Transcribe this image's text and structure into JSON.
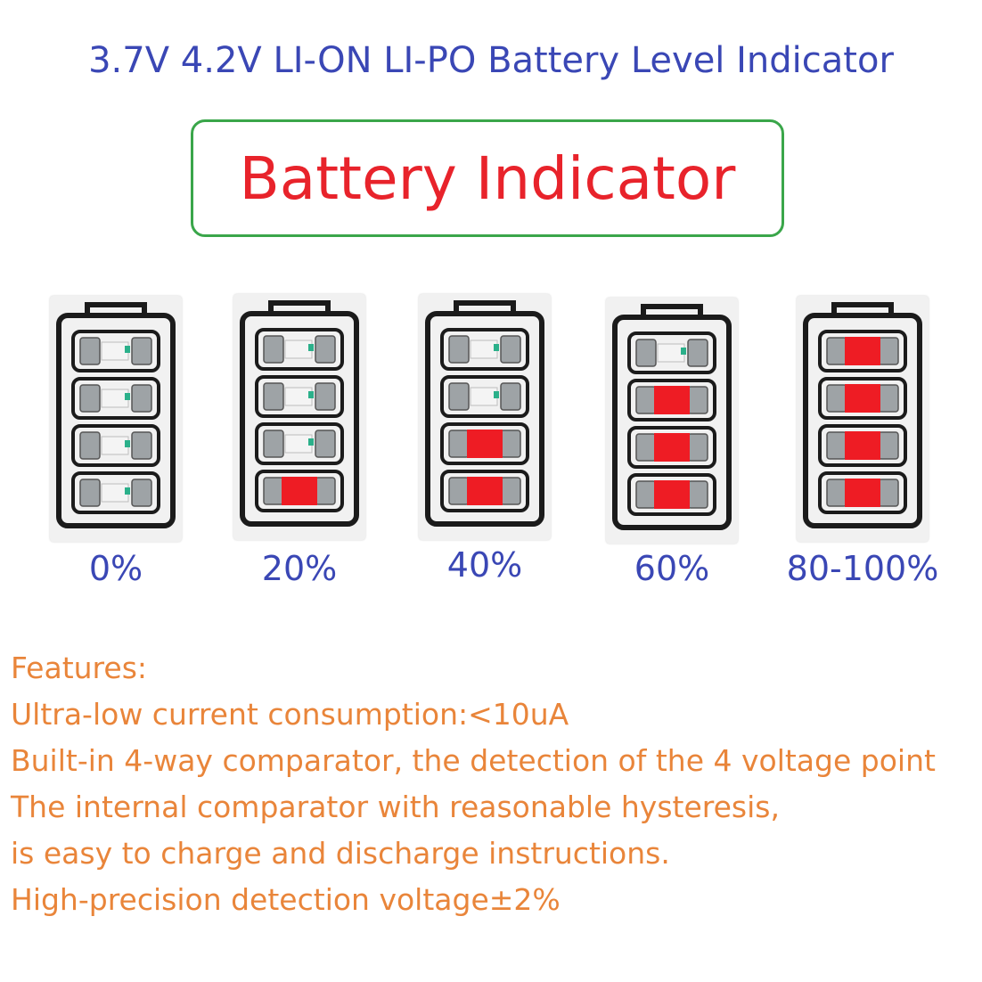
{
  "header": {
    "title": "3.7V 4.2V LI-ON LI-PO Battery Level Indicator",
    "boxed_title": "Battery Indicator"
  },
  "batteries": [
    {
      "label": "0%",
      "lit_leds": 0
    },
    {
      "label": "20%",
      "lit_leds": 1
    },
    {
      "label": "40%",
      "lit_leds": 2
    },
    {
      "label": "60%",
      "lit_leds": 3
    },
    {
      "label": "80-100%",
      "lit_leds": 4
    }
  ],
  "features": {
    "heading": "Features:",
    "lines": [
      "Ultra-low current consumption:<10uA",
      "Built-in 4-way comparator, the detection of the 4 voltage point",
      "The internal comparator with reasonable hysteresis,",
      "is easy to charge and discharge instructions.",
      "High-precision detection voltage±2%"
    ]
  },
  "colors": {
    "title_blue": "#3a47b5",
    "indicator_red": "#e8232b",
    "frame_green": "#3aa64a",
    "features_orange": "#e9853a",
    "led_lit": "#ee1c24"
  }
}
